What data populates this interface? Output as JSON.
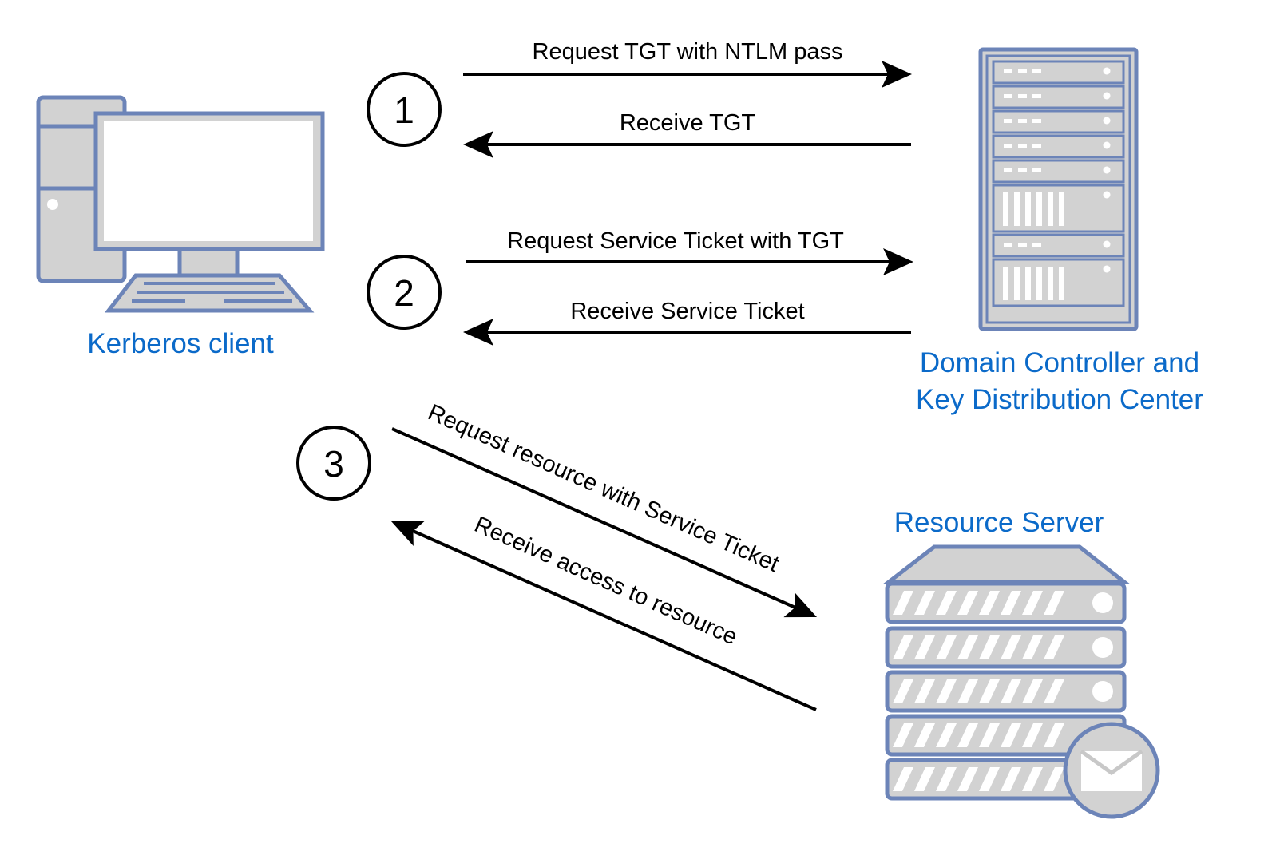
{
  "colors": {
    "label_blue": "#0b6ac9",
    "device_outline": "#6c84b8",
    "device_fill": "#d2d2d2",
    "arrow": "#000000"
  },
  "nodes": {
    "client": {
      "label": "Kerberos client",
      "icon": "desktop-computer-icon"
    },
    "kdc": {
      "label_line1": "Domain Controller and",
      "label_line2": "Key Distribution Center",
      "icon": "server-rack-icon"
    },
    "resource": {
      "label": "Resource Server",
      "icon": "mail-server-icon"
    }
  },
  "steps": [
    {
      "number": "1",
      "request": "Request TGT with NTLM pass",
      "response": "Receive TGT"
    },
    {
      "number": "2",
      "request": "Request Service Ticket with TGT",
      "response": "Receive Service Ticket"
    },
    {
      "number": "3",
      "request": "Request resource with Service Ticket",
      "response": "Receive access to resource"
    }
  ]
}
